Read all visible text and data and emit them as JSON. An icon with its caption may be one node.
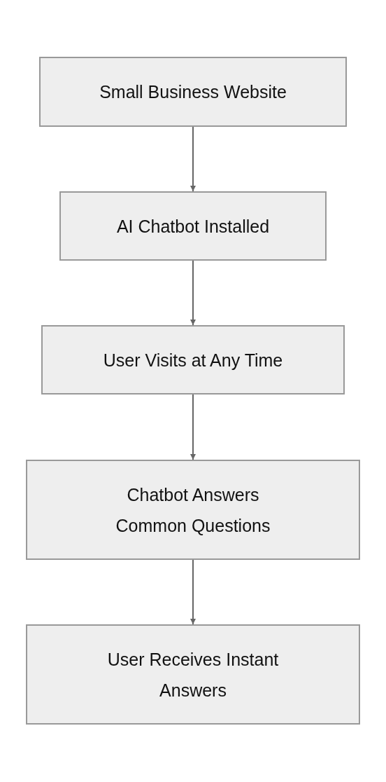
{
  "diagram": {
    "nodes": [
      {
        "text": [
          "Small Business Website"
        ]
      },
      {
        "text": [
          "AI Chatbot Installed"
        ]
      },
      {
        "text": [
          "User Visits at Any Time"
        ]
      },
      {
        "text": [
          "Chatbot Answers Common Questions"
        ]
      },
      {
        "text": [
          "User Receives Instant Answers"
        ]
      }
    ],
    "edges": [
      {
        "from": 0,
        "to": 1,
        "arrow": "to"
      },
      {
        "from": 1,
        "to": 2,
        "arrow": "to"
      },
      {
        "from": 2,
        "to": 3,
        "arrow": "to"
      },
      {
        "from": 3,
        "to": 4,
        "arrow": "to"
      }
    ]
  }
}
